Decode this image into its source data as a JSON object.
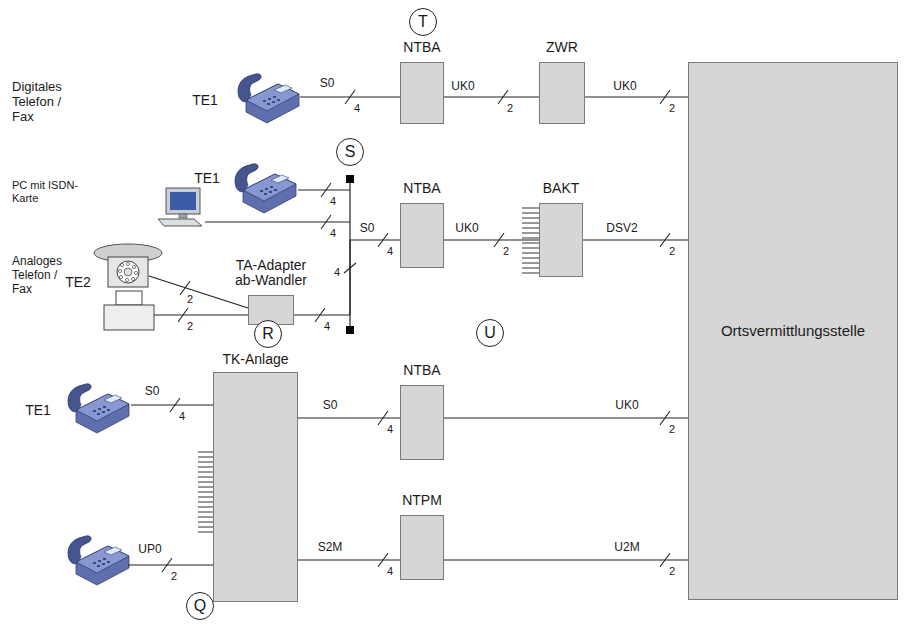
{
  "diagram": {
    "nodes": [
      {
        "text": [
          "T"
        ]
      },
      {
        "text": [
          "NTBA"
        ]
      },
      {
        "text": [
          "ZWR"
        ]
      },
      {
        "text": [
          "Ortsvermittlungsstelle"
        ]
      },
      {
        "text": [
          "S"
        ]
      },
      {
        "text": [
          "NTBA"
        ]
      },
      {
        "text": [
          "BAKT"
        ]
      },
      {
        "text": [
          "TA-Adapter ab-Wandler"
        ]
      },
      {
        "text": [
          "R"
        ]
      },
      {
        "text": [
          "U"
        ]
      },
      {
        "text": [
          "TK-Anlage"
        ]
      },
      {
        "text": [
          "NTBA"
        ]
      },
      {
        "text": [
          "NTPM"
        ]
      },
      {
        "text": [
          "Q"
        ]
      }
    ],
    "edges": [
      {
        "from": 1,
        "to": 2,
        "label": "UK0",
        "arrow": "none"
      },
      {
        "from": 2,
        "to": 3,
        "label": "UK0",
        "arrow": "none"
      },
      {
        "from": 7,
        "to": 5,
        "label": "S0",
        "arrow": "none"
      },
      {
        "from": 5,
        "to": 6,
        "label": "UK0",
        "arrow": "none"
      },
      {
        "from": 6,
        "to": 3,
        "label": "DSV2",
        "arrow": "none"
      },
      {
        "from": 10,
        "to": 11,
        "label": "S0",
        "arrow": "none"
      },
      {
        "from": 11,
        "to": 3,
        "label": "UK0",
        "arrow": "none"
      },
      {
        "from": 10,
        "to": 12,
        "label": "S2M",
        "arrow": "none"
      },
      {
        "from": 12,
        "to": 3,
        "label": "U2M",
        "arrow": "none"
      }
    ],
    "labels": [
      "Digitales Telefon / Fax",
      "TE1",
      "S0",
      "4",
      "2",
      "2",
      "TE1",
      "PC mit ISDN-Karte",
      "4",
      "4",
      "4",
      "2",
      "2",
      "Analoges Telefon / Fax",
      "TE2",
      "2",
      "2",
      "4",
      "4",
      "TE1",
      "S0",
      "4",
      "UP0",
      "2",
      "4",
      "2",
      "4",
      "2"
    ]
  }
}
